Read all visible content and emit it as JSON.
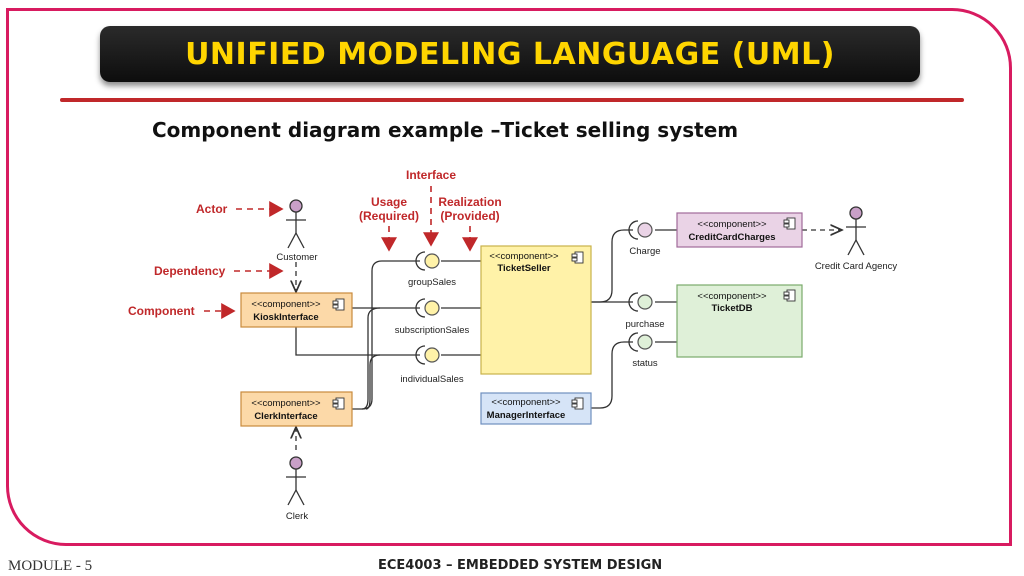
{
  "slide": {
    "title": "UNIFIED MODELING LANGUAGE (UML)",
    "subtitle": "Component diagram example –Ticket selling system",
    "footer_left": "MODULE - 5",
    "footer_center": "ECE4003 – EMBEDDED SYSTEM DESIGN"
  },
  "diagram": {
    "stereotype": "<<component>>",
    "components": {
      "kiosk": "KioskInterface",
      "clerk": "ClerkInterface",
      "seller": "TicketSeller",
      "manager": "ManagerInterface",
      "credit": "CreditCardCharges",
      "db": "TicketDB"
    },
    "interfaces": {
      "group": "groupSales",
      "subscription": "subscriptionSales",
      "individual": "individualSales",
      "charge": "Charge",
      "purchase": "purchase",
      "status": "status"
    },
    "actors": {
      "customer": "Customer",
      "clerk": "Clerk",
      "agency": "Credit Card Agency"
    },
    "legend": {
      "actor": "Actor",
      "dependency": "Dependency",
      "component": "Component",
      "interface": "Interface",
      "usage_1": "Usage",
      "usage_2": "(Required)",
      "realization_1": "Realization",
      "realization_2": "(Provided)"
    },
    "colors": {
      "accent_red": "#c0282a",
      "component_orange": "#fcd9a8",
      "component_yellow": "#fff2a8",
      "component_blue": "#d6e4f7",
      "component_pink": "#ead3e6",
      "component_green": "#dff0d8",
      "actor_head": "#c9a0c8"
    }
  }
}
